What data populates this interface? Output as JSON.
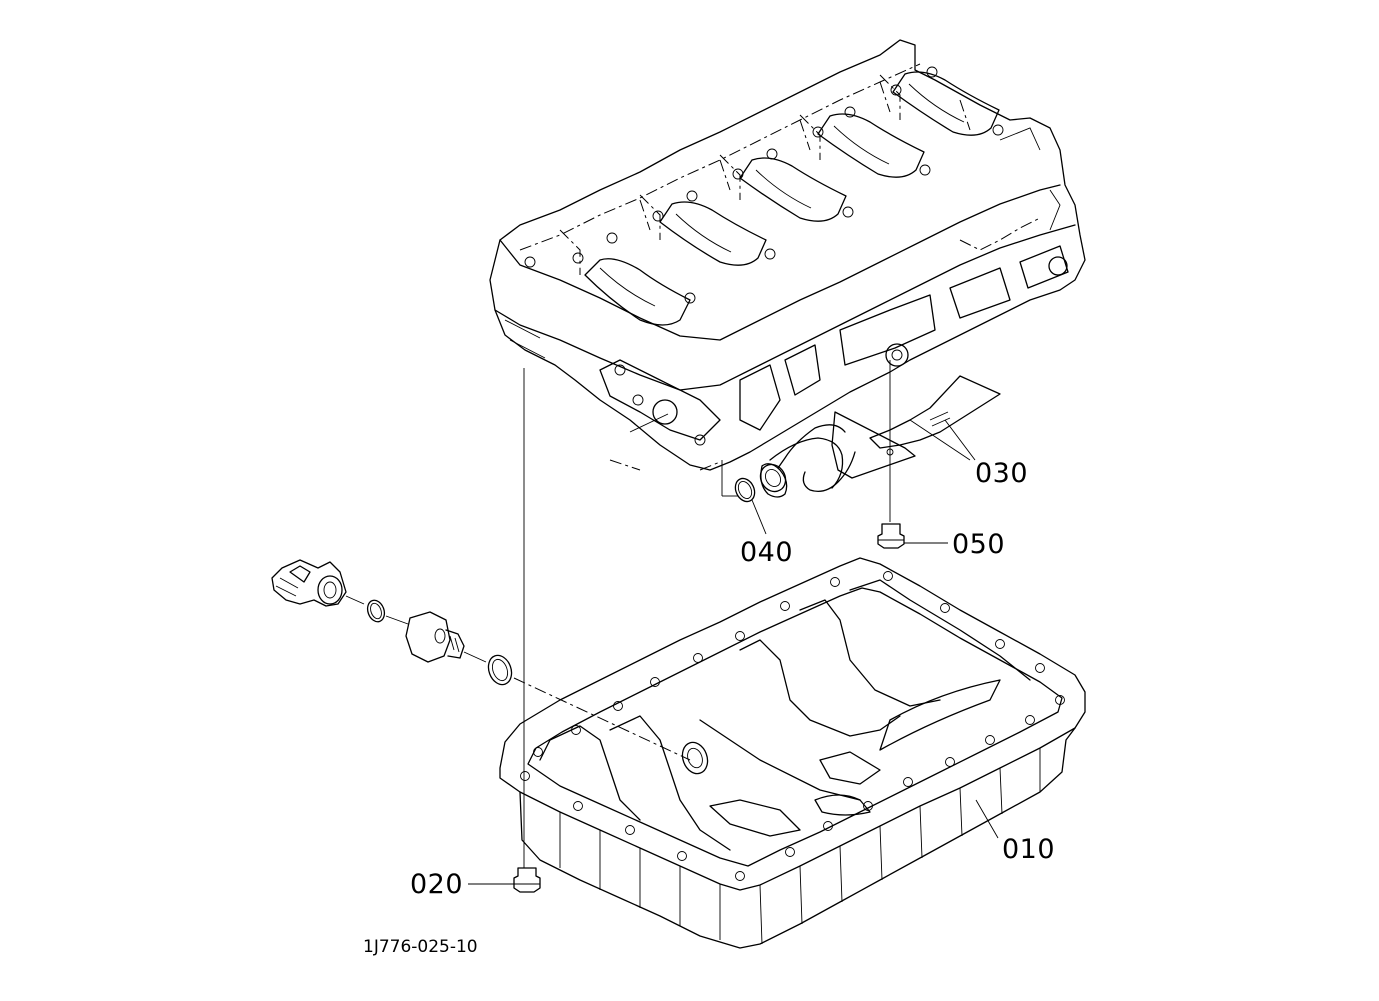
{
  "diagram": {
    "callouts": {
      "p010": "010",
      "p020": "020",
      "p030": "030",
      "p040": "040",
      "p050": "050"
    },
    "drawing_number": "1J776-025-10"
  }
}
